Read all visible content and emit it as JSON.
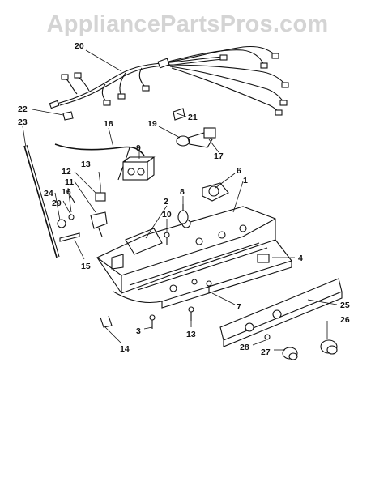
{
  "watermark": {
    "text": "AppliancePartsPros.com"
  },
  "callouts": [
    "20",
    "22",
    "23",
    "18",
    "21",
    "19",
    "17",
    "9",
    "13",
    "12",
    "11",
    "16",
    "24",
    "29",
    "6",
    "1",
    "8",
    "2",
    "10",
    "15",
    "4",
    "7",
    "25",
    "3",
    "13",
    "26",
    "14",
    "28",
    "27"
  ],
  "colors": {
    "line": "#111111",
    "watermark": "#d4d4d4",
    "background": "#ffffff"
  }
}
